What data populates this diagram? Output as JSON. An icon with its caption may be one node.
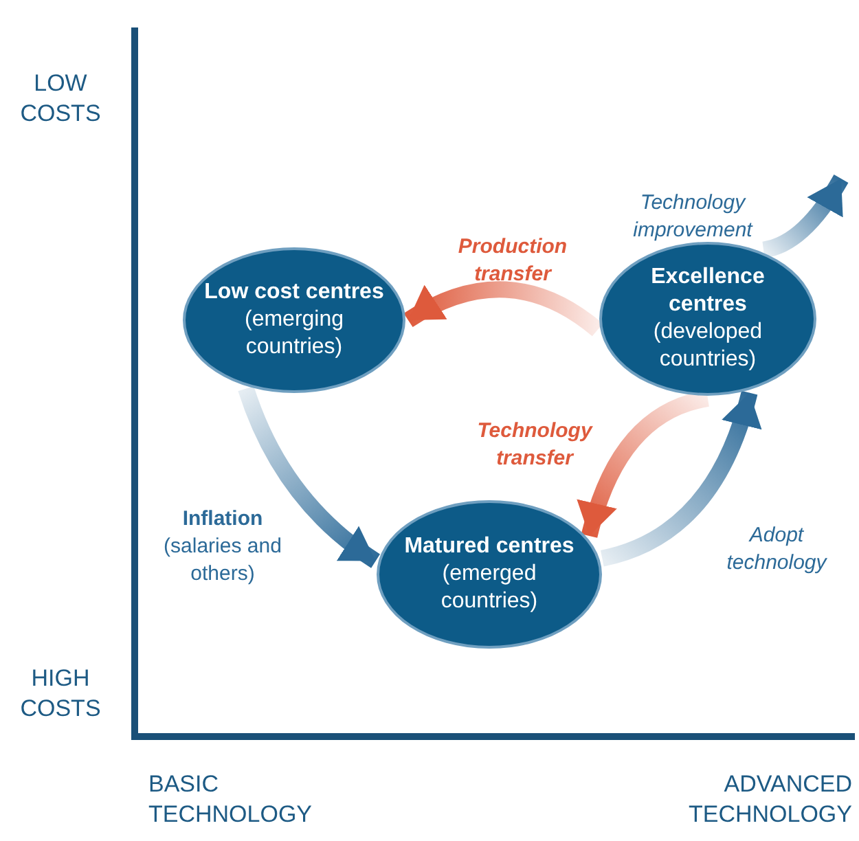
{
  "diagram": {
    "nodes": [
      {
        "text": [
          "Low cost centres",
          "(emerging countries)"
        ]
      },
      {
        "text": [
          "Excellence centres",
          "(developed countries)"
        ]
      },
      {
        "text": [
          "Matured centres",
          "(emerged countries)"
        ]
      }
    ],
    "edges": [
      {
        "from": 1,
        "to": 0,
        "arrow": "to",
        "label": "Production transfer",
        "color": "#de5a3c"
      },
      {
        "from": 1,
        "to": 2,
        "arrow": "to",
        "label": "Technology transfer",
        "color": "#de5a3c"
      },
      {
        "from": 2,
        "to": 1,
        "arrow": "to",
        "label": "Adopt technology"
      },
      {
        "from": 0,
        "to": 2,
        "arrow": "to",
        "label": "**Inflation** (salaries and others)"
      },
      {
        "from": 1,
        "to": null,
        "arrow": "to",
        "label": "Technology improvement"
      }
    ],
    "labels": [
      "LOW COSTS",
      "HIGH COSTS",
      "BASIC TECHNOLOGY",
      "ADVANCED TECHNOLOGY"
    ]
  }
}
